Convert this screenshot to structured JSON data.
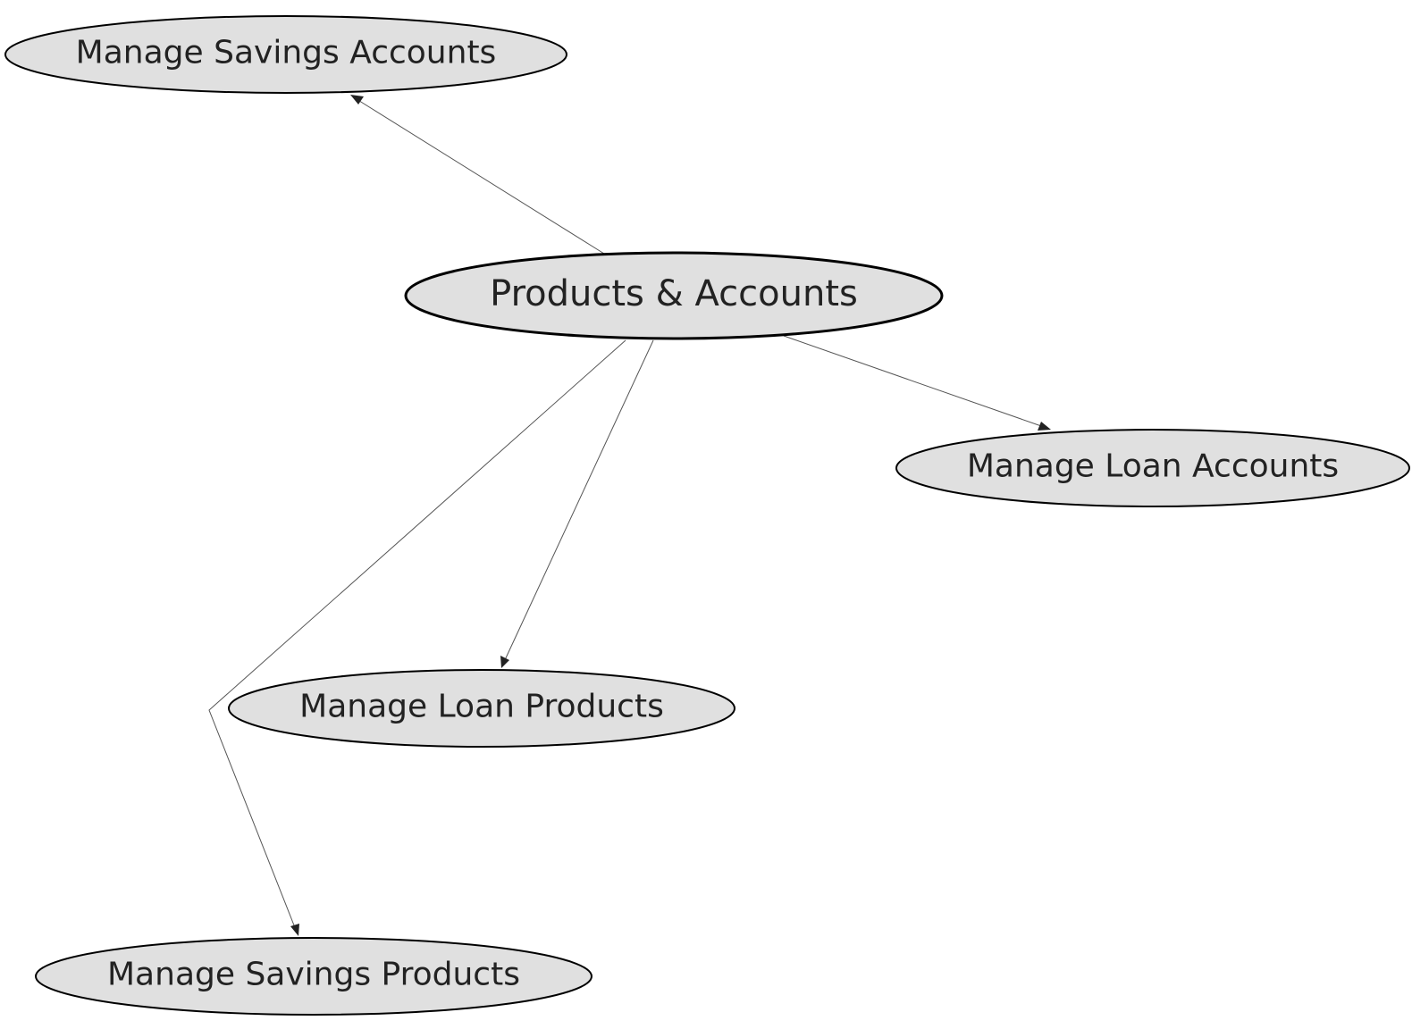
{
  "diagram": {
    "colors": {
      "node_fill": "#e0e0e0",
      "node_stroke": "#000000",
      "edge": "#555555",
      "arrowhead": "#222222",
      "text": "#222222"
    },
    "nodes": [
      {
        "id": "products-accounts",
        "label": "Products & Accounts"
      },
      {
        "id": "manage-savings-accounts",
        "label": "Manage Savings Accounts"
      },
      {
        "id": "manage-loan-accounts",
        "label": "Manage Loan Accounts"
      },
      {
        "id": "manage-loan-products",
        "label": "Manage Loan Products"
      },
      {
        "id": "manage-savings-products",
        "label": "Manage Savings Products"
      }
    ],
    "edges": [
      {
        "from": "products-accounts",
        "to": "manage-savings-accounts"
      },
      {
        "from": "products-accounts",
        "to": "manage-loan-accounts"
      },
      {
        "from": "products-accounts",
        "to": "manage-loan-products"
      },
      {
        "from": "products-accounts",
        "to": "manage-savings-products"
      }
    ]
  }
}
